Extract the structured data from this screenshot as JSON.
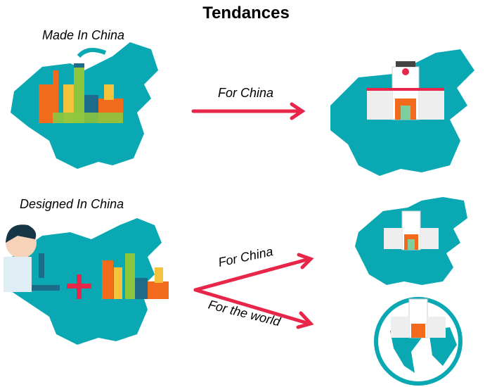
{
  "title": "Tendances",
  "top": {
    "label": "Made In China",
    "arrow_label": "For China"
  },
  "bottom": {
    "label": "Designed In China",
    "arrow_label_1": "For China",
    "arrow_label_2": "For the world"
  },
  "colors": {
    "map": "#0aa8b3",
    "arrow": "#e8264a",
    "factory_orange": "#f26a1b",
    "hospital_green": "#7fcf9e"
  }
}
